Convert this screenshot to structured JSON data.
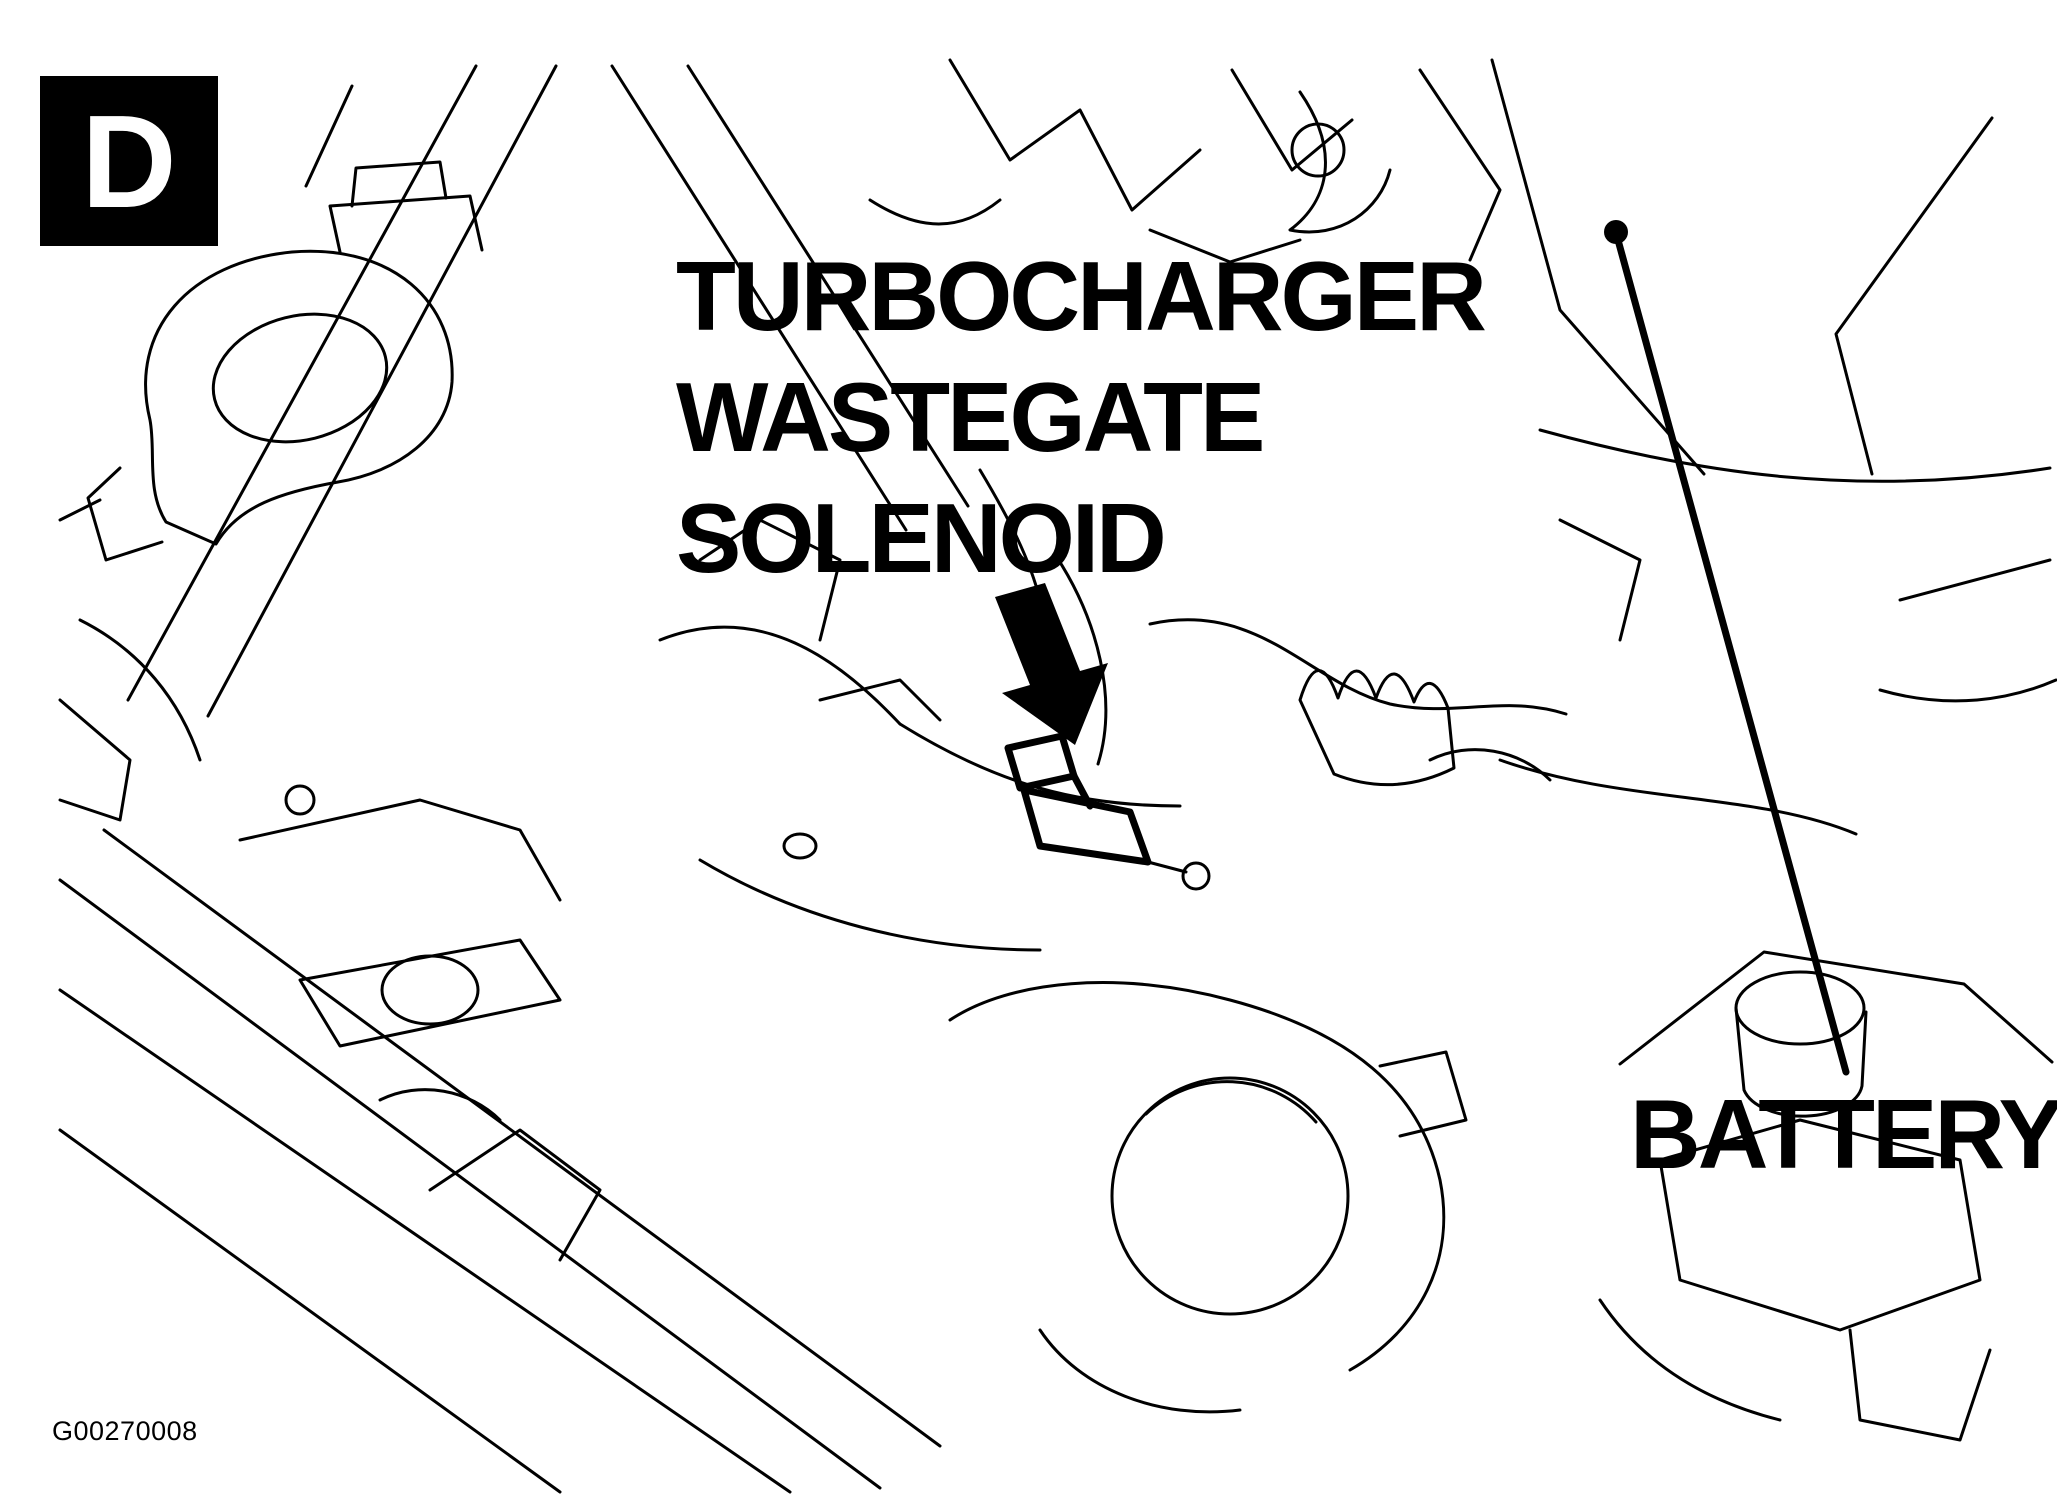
{
  "diagram": {
    "panel_letter": "D",
    "figure_id": "G00270008",
    "solenoid_label_lines": [
      "TURBOCHARGER",
      "WASTEGATE",
      "SOLENOID"
    ],
    "battery_label": "BATTERY",
    "colors": {
      "ink": "#000000",
      "background": "#ffffff"
    }
  }
}
